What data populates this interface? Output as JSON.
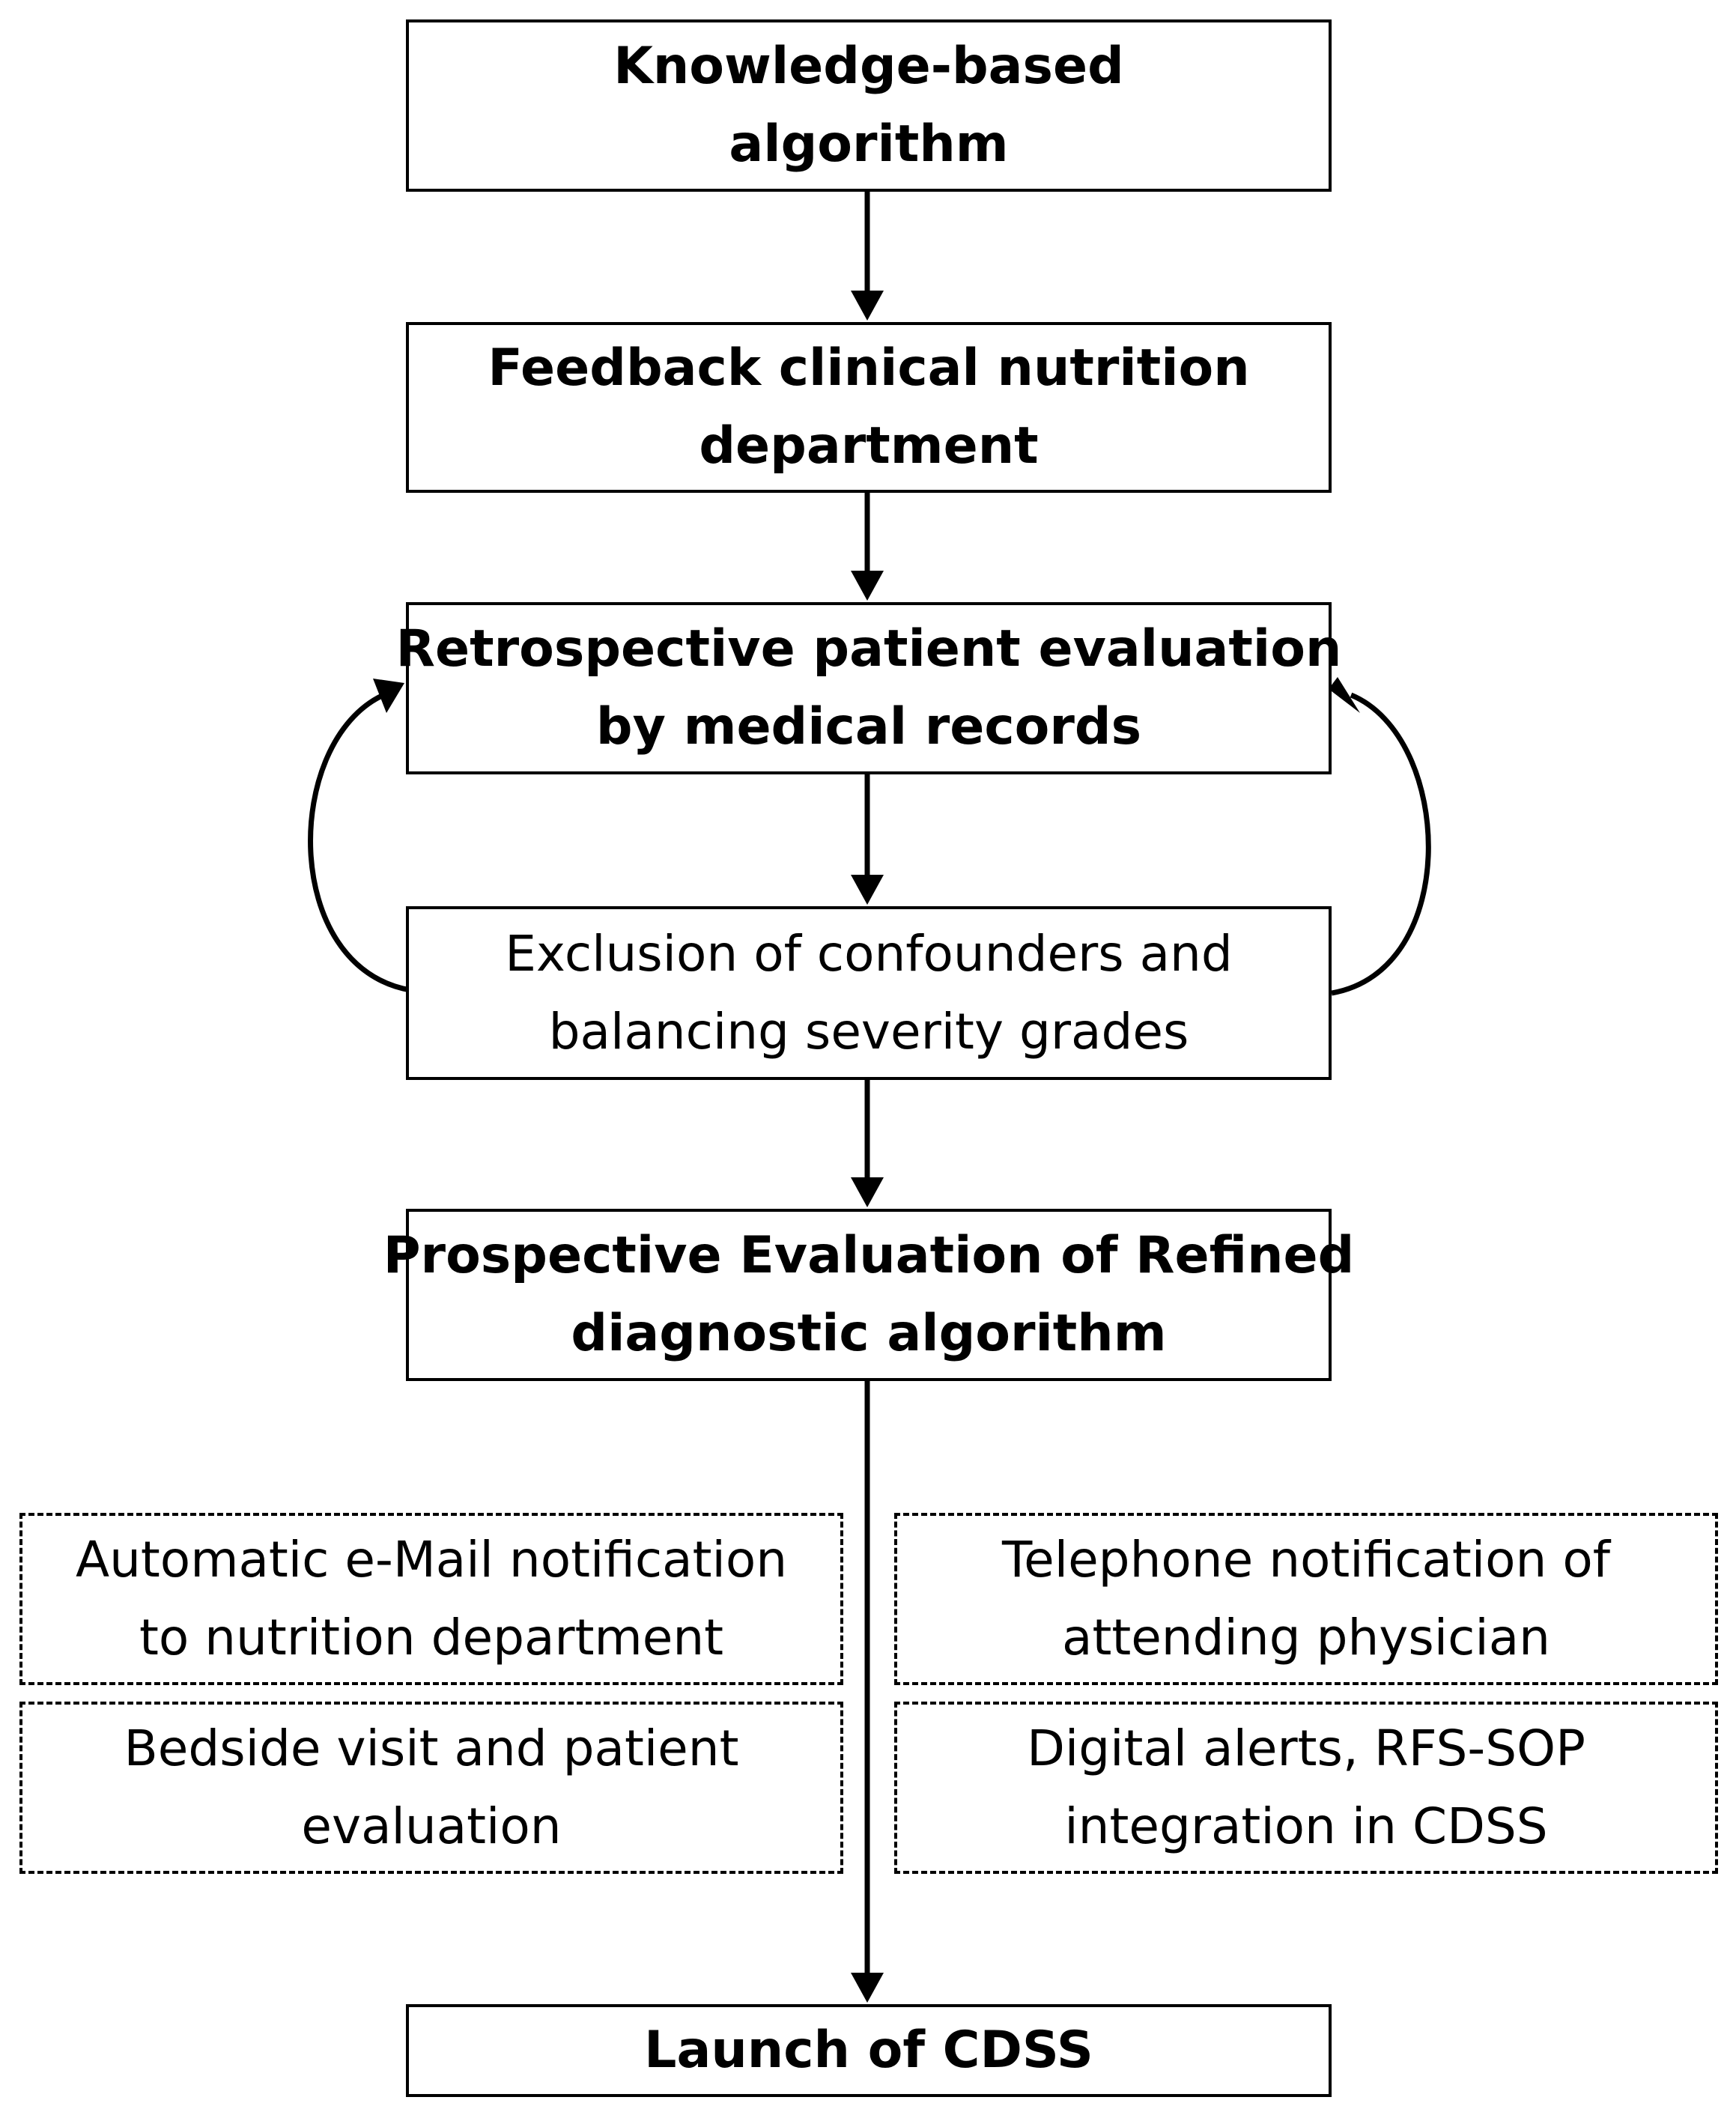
{
  "steps": {
    "knowledge": [
      "Knowledge-based",
      "algorithm"
    ],
    "feedback": [
      "Feedback clinical nutrition",
      "department"
    ],
    "retrospective": [
      "Retrospective patient evaluation",
      "by medical records"
    ],
    "exclusion": [
      "Exclusion of confounders and",
      "balancing severity grades"
    ],
    "prospective": [
      "Prospective Evaluation of Refined",
      "diagnostic algorithm"
    ],
    "launch": [
      "Launch of CDSS"
    ]
  },
  "measures": {
    "email": [
      "Automatic e-Mail notification",
      "to nutrition department"
    ],
    "telephone": [
      "Telephone notification of",
      "attending physician"
    ],
    "bedside": [
      "Bedside visit and patient",
      "evaluation"
    ],
    "digital": [
      "Digital alerts, RFS-SOP",
      "integration in CDSS"
    ]
  }
}
